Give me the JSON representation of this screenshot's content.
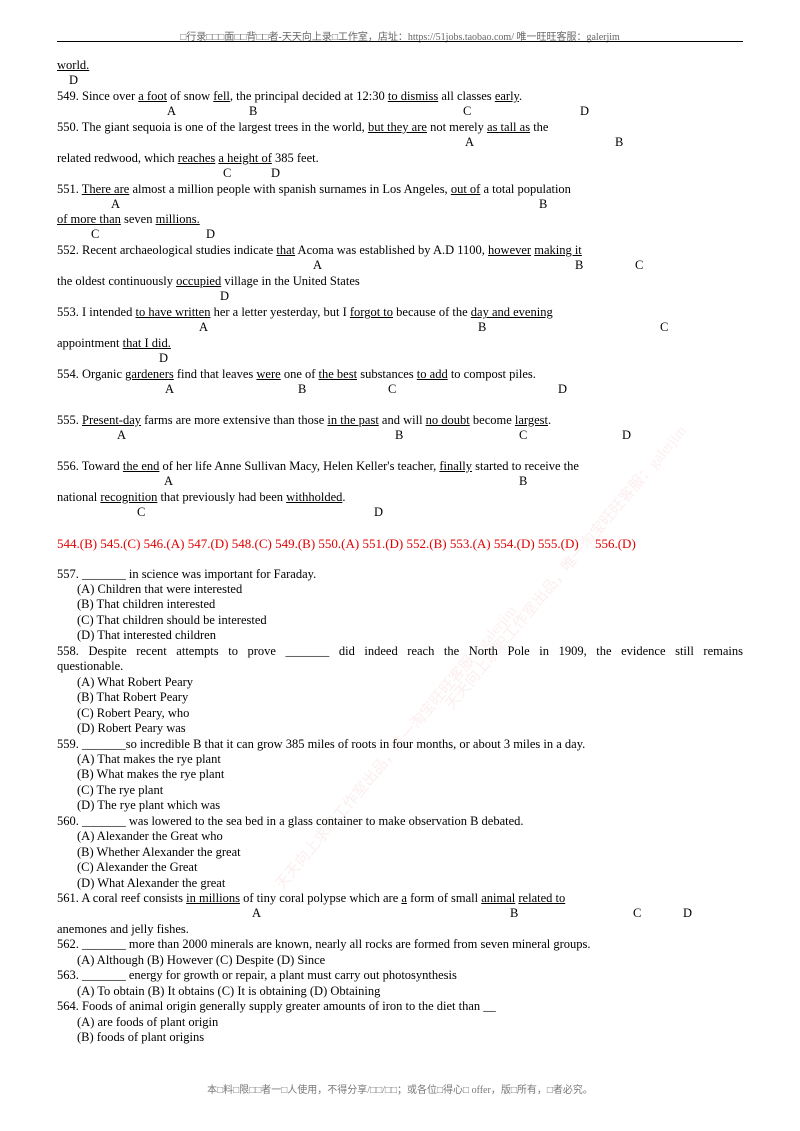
{
  "header": "□行录□□□面□□背□□者-天天向上录□工作室，店址：https://51jobs.taobao.com/ 唯一旺旺客服：galerjim",
  "footer": "本□料□限□□者一□人使用，不得分享/□□/□□；或各位□得心□ offer，版□所有，□者必究。",
  "watermark": "天天向上求职工作室出品，唯一淘宝旺旺客服：galerjim",
  "q548_tail": {
    "text": "world.",
    "letter": "D"
  },
  "q549": {
    "num": "549.",
    "t1": "Since over ",
    "uA": "a foot",
    "t2": " of snow ",
    "uB": "fell",
    "t3": ", the principal decided at 12:30 ",
    "uC": "to dismiss",
    "t4": " all classes ",
    "uD": "early",
    "t5": "."
  },
  "q550": {
    "num": "550.",
    "t1": "The giant sequoia    is one of the largest trees in the world, ",
    "uA": "but they are",
    "t2": " not merely ",
    "uB": "as tall as",
    "t3": " the",
    "l2t1": "related redwood, which ",
    "uC": "reaches",
    "l2t2": " ",
    "uD": "a height of",
    "l2t3": " 385 feet."
  },
  "q551": {
    "num": "551.",
    "uA": "There are",
    "t1": " almost a million people with spanish surnames in Los Angeles, ",
    "uB": "out of",
    "t2": " a total population",
    "uC": "of more than",
    "l2t1": " seven ",
    "uD": "millions."
  },
  "q552": {
    "num": "552.",
    "t1": "Recent archaeological studies indicate ",
    "uA": "that",
    "t2": " Acoma was established by A.D 1100, ",
    "uB": "however",
    "t3": " ",
    "uC": "making it",
    "l2t1": "the oldest continuously ",
    "uD": "occupied",
    "l2t2": " village in the United States"
  },
  "q553": {
    "num": "553.",
    "t1": "I intended ",
    "uA": "to have written",
    "t2": " her a letter yesterday, but I ",
    "uB": "forgot to",
    "t3": " because of the ",
    "uC": "day and evening",
    "l2t1": "appointment ",
    "uD": "that I did."
  },
  "q554": {
    "num": "554.",
    "t1": "Organic ",
    "uA": "gardeners",
    "t2": " find that leaves ",
    "uB": "were",
    "t3": " one of ",
    "uC": "the best",
    "t4": " substances ",
    "uD": "to add",
    "t5": " to compost piles."
  },
  "q555": {
    "num": "555.",
    "uA": "Present-day",
    "t1": " farms are more extensive than those ",
    "uB": "in the past",
    "t2": " and will ",
    "uC": "no doubt",
    "t3": " become ",
    "uD": "largest",
    "t4": "."
  },
  "q556": {
    "num": "556.",
    "t1": "Toward ",
    "uA": "the end",
    "t2": " of her life Anne Sullivan Macy, Helen Keller's teacher, ",
    "uB": "finally",
    "t3": " started to receive the",
    "l2t1": "national ",
    "uC": "recognition",
    "l2t2": " that previously had been ",
    "uD": "withholded",
    "l2t3": "."
  },
  "answers": "544.(B) 545.(C) 546.(A) 547.(D) 548.(C) 549.(B) 550.(A) 551.(D) 552.(B) 553.(A) 554.(D) 555.(D)     556.(D)",
  "letters": {
    "A": "A",
    "B": "B",
    "C": "C",
    "D": "D"
  },
  "q557": {
    "q": "557. _______ in science was important for Faraday.",
    "options": [
      "(A) Children that were interested",
      "(B) That children interested",
      "(C) That children should be interested",
      "(D) That interested children"
    ]
  },
  "q558": {
    "q1": "558. Despite recent attempts to prove _______ did indeed reach the North Pole in 1909, the evidence still remains",
    "q2": "questionable.",
    "options": [
      "(A) What Robert Peary",
      "(B) That Robert Peary",
      "(C) Robert Peary, who",
      "(D) Robert Peary was"
    ]
  },
  "q559": {
    "q": "559. _______so incredible B that it can grow 385 miles of roots in four months, or about 3 miles in a day.",
    "options": [
      "(A) That makes the rye plant",
      "(B) What makes the rye plant",
      "(C) The rye plant",
      "(D) The rye plant which was"
    ]
  },
  "q560": {
    "q": "560. _______ was lowered to the sea bed in a glass container to make observation B debated.",
    "options": [
      "(A) Alexander the Great who",
      "(B) Whether Alexander the great",
      "(C) Alexander the Great",
      "(D) What Alexander the great"
    ]
  },
  "q561": {
    "num": "561.",
    "t1": "A coral reef consists ",
    "uA": "in millions",
    "t2": " of tiny coral polypse which are ",
    "uB": "a",
    "t3": " form of small ",
    "uC": "animal",
    "t4": " ",
    "uD": "related to",
    "l2": "anemones and jelly fishes."
  },
  "q562": {
    "q": "562. _______ more than 2000 minerals are known, nearly all rocks are formed from seven mineral groups.",
    "opts": "(A) Although (B) However (C) Despite (D) Since"
  },
  "q563": {
    "q": "563. _______ energy for growth or repair, a plant must carry out photosynthesis",
    "opts": "(A) To obtain (B) It obtains (C) It is obtaining (D) Obtaining"
  },
  "q564": {
    "q": "564. Foods of animal origin generally supply greater amounts of iron to the diet than __",
    "options": [
      "(A) are foods of plant origin",
      "(B) foods of plant origins"
    ]
  }
}
